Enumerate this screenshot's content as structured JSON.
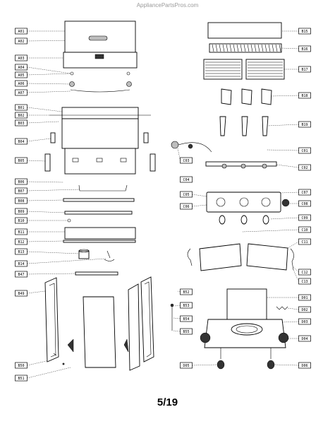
{
  "watermark": "AppliancePartsPros.com",
  "page_number": "5/19",
  "callouts_left": [
    "A01",
    "A02",
    "A03",
    "A04",
    "A05",
    "A06",
    "A07",
    "B01",
    "B02",
    "B03",
    "B04",
    "B05",
    "B06",
    "B07",
    "B08",
    "B09",
    "B10",
    "B11",
    "B12",
    "B13",
    "B14",
    "B47",
    "B49",
    "B50",
    "B51"
  ],
  "callouts_right": [
    "B15",
    "B16",
    "B17",
    "B18",
    "B19",
    "C01",
    "C02",
    "C03",
    "C04",
    "C05",
    "C06",
    "C07",
    "C08",
    "C09",
    "C10",
    "C11",
    "C12",
    "C13",
    "B52",
    "B53",
    "B54",
    "B55",
    "D01",
    "D02",
    "D03",
    "D04",
    "D05",
    "D06"
  ]
}
